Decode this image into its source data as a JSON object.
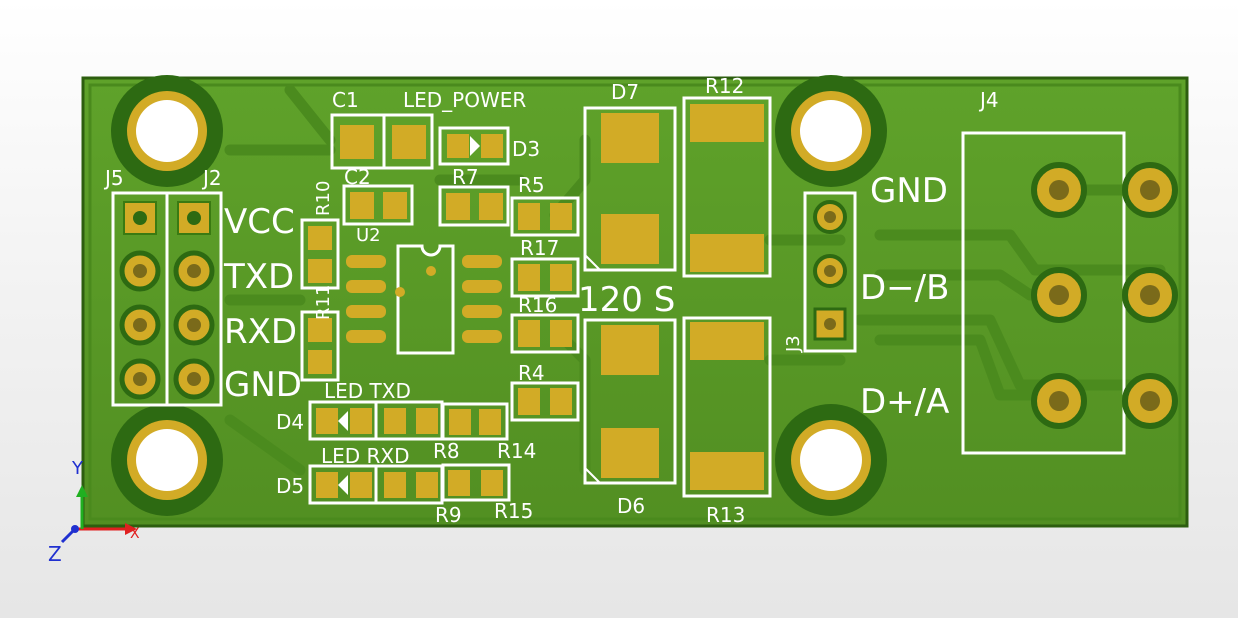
{
  "board": {
    "colors": {
      "background": "#eeeeee",
      "copper": "#3f7d1a",
      "soldermask": "#5a9a26",
      "edge": "#2d5e0f",
      "pad": "#d2ab26",
      "silkscreen": "#ffffff",
      "axis_x": "#e02020",
      "axis_y": "#20b020",
      "axis_z": "#2030d0"
    },
    "labels": {
      "c1": "C1",
      "led_power": "LED_POWER",
      "d7": "D7",
      "r12": "R12",
      "j4": "J4",
      "d3": "D3",
      "j5": "J5",
      "j2": "J2",
      "r10": "R10",
      "c2": "C2",
      "r7": "R7",
      "r5": "R5",
      "gnd_right": "GND",
      "u2": "U2",
      "vcc": "VCC",
      "r17": "R17",
      "txd": "TXD",
      "d_minus_b": "D−/B",
      "value_120s": "120 S",
      "r16": "R16",
      "r11": "R11",
      "rxd": "RXD",
      "j3": "J3",
      "r4": "R4",
      "gnd_left": "GND",
      "led_txd": "LED TXD",
      "d_plus_a": "D+/A",
      "d4": "D4",
      "r14": "R14",
      "r8": "R8",
      "led_rxd": "LED RXD",
      "d5": "D5",
      "d6": "D6",
      "r9": "R9",
      "r15": "R15",
      "r13": "R13"
    },
    "axis_labels": {
      "x": "X",
      "y": "Y",
      "z": "Z"
    },
    "icons": {
      "axes": "axis-triad-icon",
      "mount_hole": "mounting-hole"
    }
  }
}
